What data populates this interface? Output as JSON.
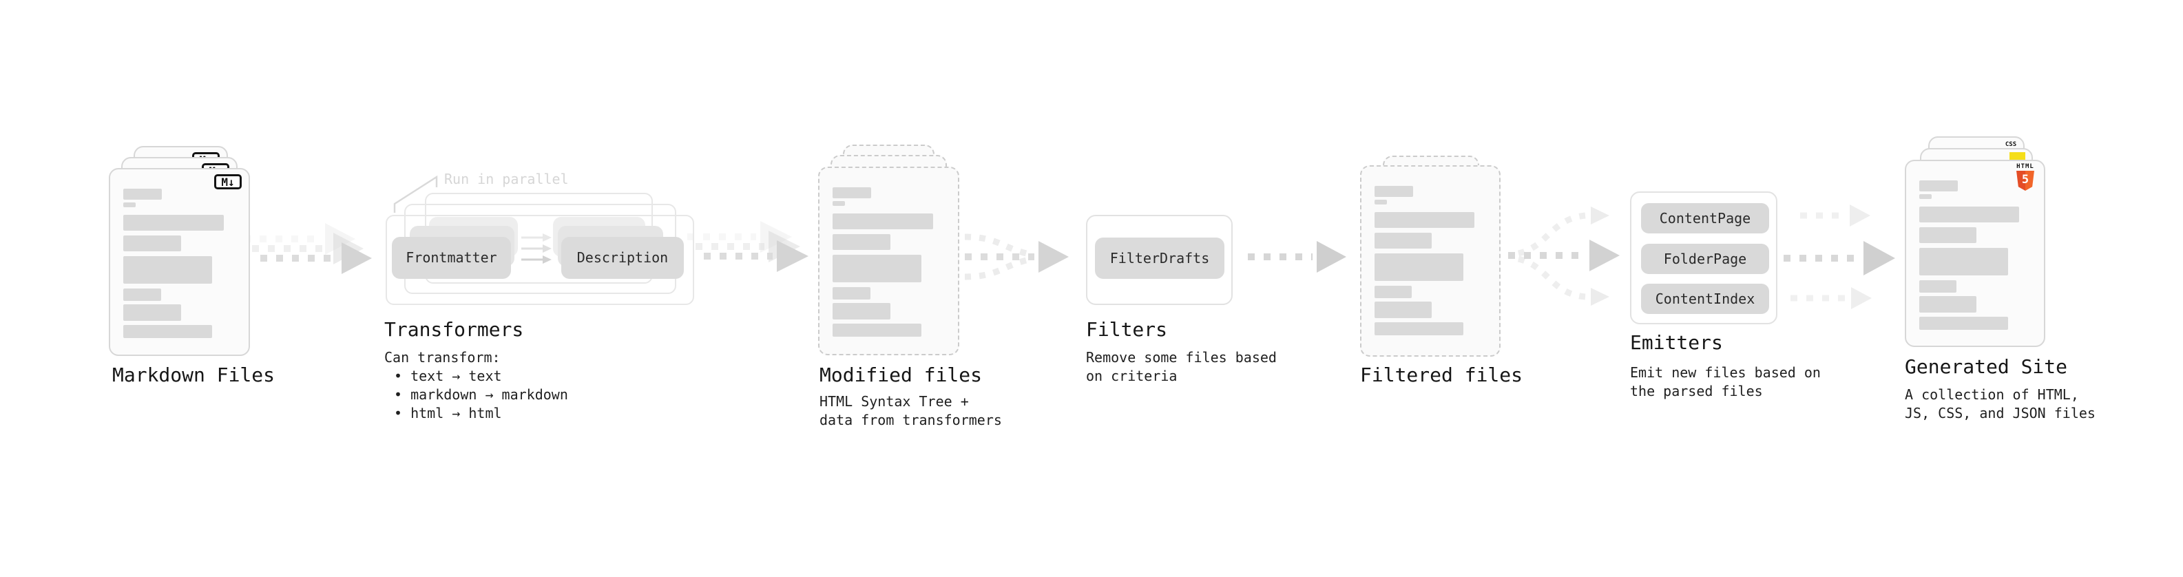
{
  "stages": {
    "markdown": {
      "title": "Markdown Files",
      "badge": "M↓"
    },
    "transformers": {
      "title": "Transformers",
      "annotation": "Run in parallel",
      "step1": "Frontmatter",
      "step2": "Description",
      "desc_heading": "Can transform:",
      "bullets": [
        "• text → text",
        "• markdown → markdown",
        "• html → html"
      ]
    },
    "modified": {
      "title": "Modified files",
      "desc_line1": "HTML Syntax Tree +",
      "desc_line2": "data from transformers"
    },
    "filters": {
      "title": "Filters",
      "button": "FilterDrafts",
      "desc_line1": "Remove some files based",
      "desc_line2": "on criteria"
    },
    "filtered": {
      "title": "Filtered files"
    },
    "emitters": {
      "title": "Emitters",
      "buttons": [
        "ContentPage",
        "FolderPage",
        "ContentIndex"
      ],
      "desc_line1": "Emit new files based on",
      "desc_line2": "the parsed files"
    },
    "site": {
      "title": "Generated Site",
      "desc_line1": "A collection of HTML,",
      "desc_line2": "JS, CSS, and JSON files",
      "badge_html_label": "HTML",
      "badge_html_number": "5",
      "badge_css": "CSS"
    }
  },
  "colors": {
    "html5_orange": "#e44d26",
    "js_yellow": "#f5de19",
    "css_blue": "#2c6bed",
    "markdown_black": "#141414",
    "placeholder_gray": "#d9d9d9",
    "arrow_gray": "#dcdcdc",
    "text": "#161616"
  }
}
